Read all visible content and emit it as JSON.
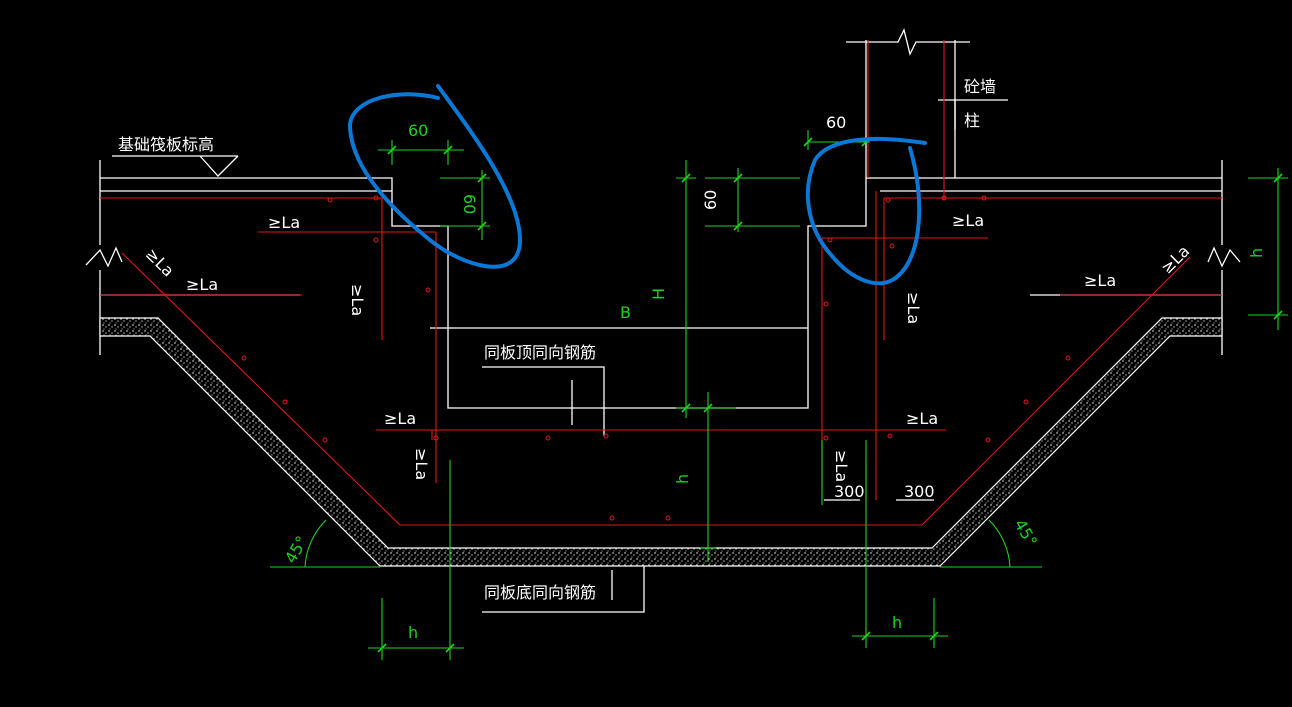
{
  "labels": {
    "base_elevation": "基础筏板标高",
    "wall_top": "砼墙",
    "wall_bottom": "柱",
    "top_rebar_note": "同板顶同向钢筋",
    "bottom_rebar_note": "同板底同向钢筋",
    "la": "≥La"
  },
  "dimensions": {
    "d60": "60",
    "B": "B",
    "H": "H",
    "h": "h",
    "d300": "300",
    "angle45": "45°"
  },
  "colors": {
    "structure": "#ffffff",
    "rebar": "#e01818",
    "dimension": "#1fd11f",
    "markup": "#0a79d6",
    "background": "#000000"
  }
}
